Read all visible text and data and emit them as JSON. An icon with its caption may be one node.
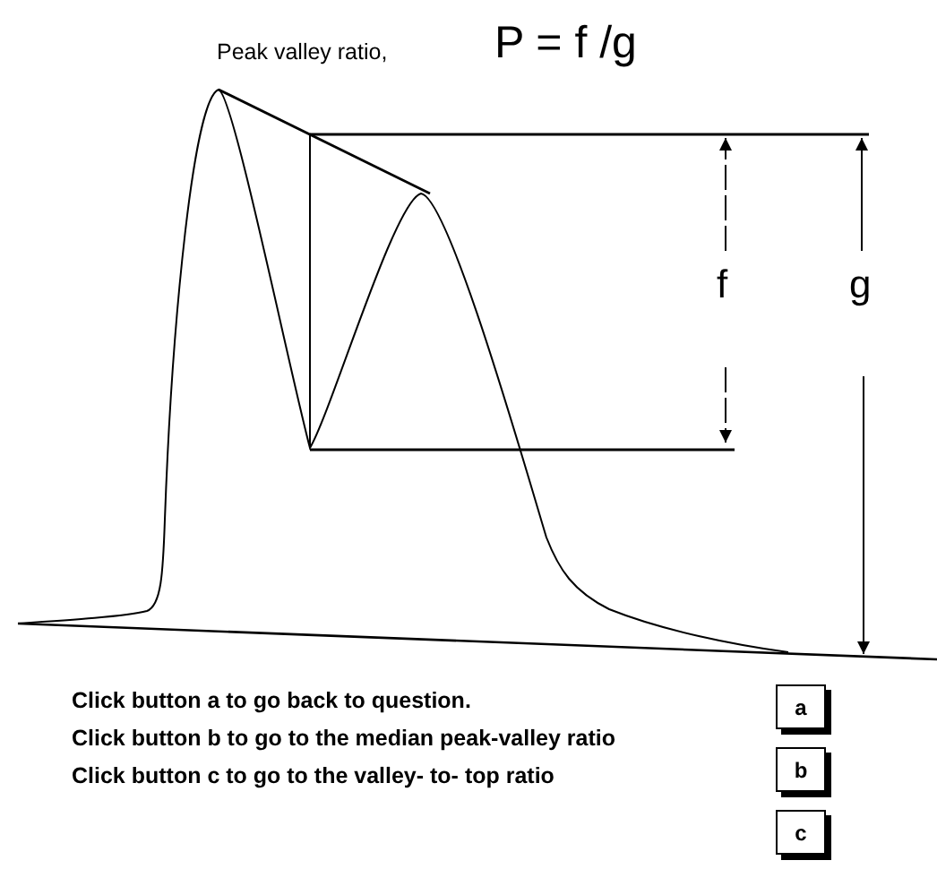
{
  "diagram": {
    "title": "Peak valley ratio,",
    "nodes": [
      {
        "text": [
          "a"
        ]
      },
      {
        "text": [
          "b"
        ]
      },
      {
        "text": [
          "c"
        ]
      }
    ],
    "labels": [
      "P = f /g",
      "f",
      "g",
      "Click button a to go back to question.",
      "Click button b to go to the median peak-valley ratio",
      "Click button c to go to the valley- to- top ratio"
    ]
  }
}
